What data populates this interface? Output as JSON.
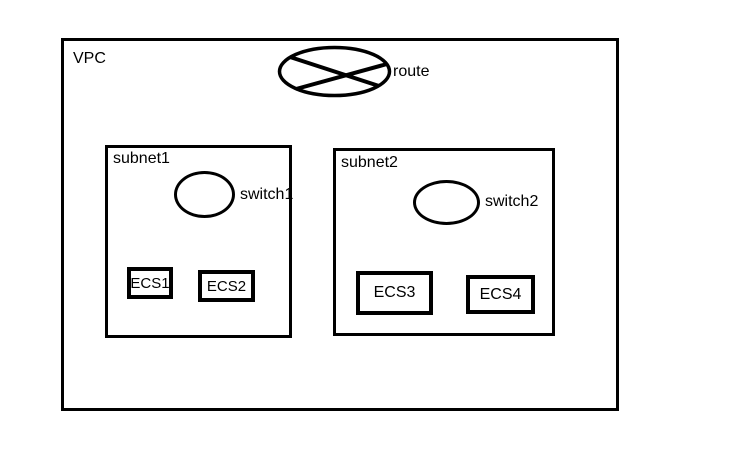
{
  "diagram": {
    "title_label": "VPC",
    "router": {
      "label": "route",
      "icon": "router-ellipse-x-icon"
    },
    "subnets": [
      {
        "label": "subnet1",
        "switch_label": "switch1",
        "switch_icon": "ellipse-icon",
        "ecs": [
          "ECS1",
          "ECS2"
        ]
      },
      {
        "label": "subnet2",
        "switch_label": "switch2",
        "switch_icon": "ellipse-icon",
        "ecs": [
          "ECS3",
          "ECS4"
        ]
      }
    ],
    "colors": {
      "stroke": "#000000",
      "background": "#ffffff",
      "text": "#000000"
    }
  }
}
